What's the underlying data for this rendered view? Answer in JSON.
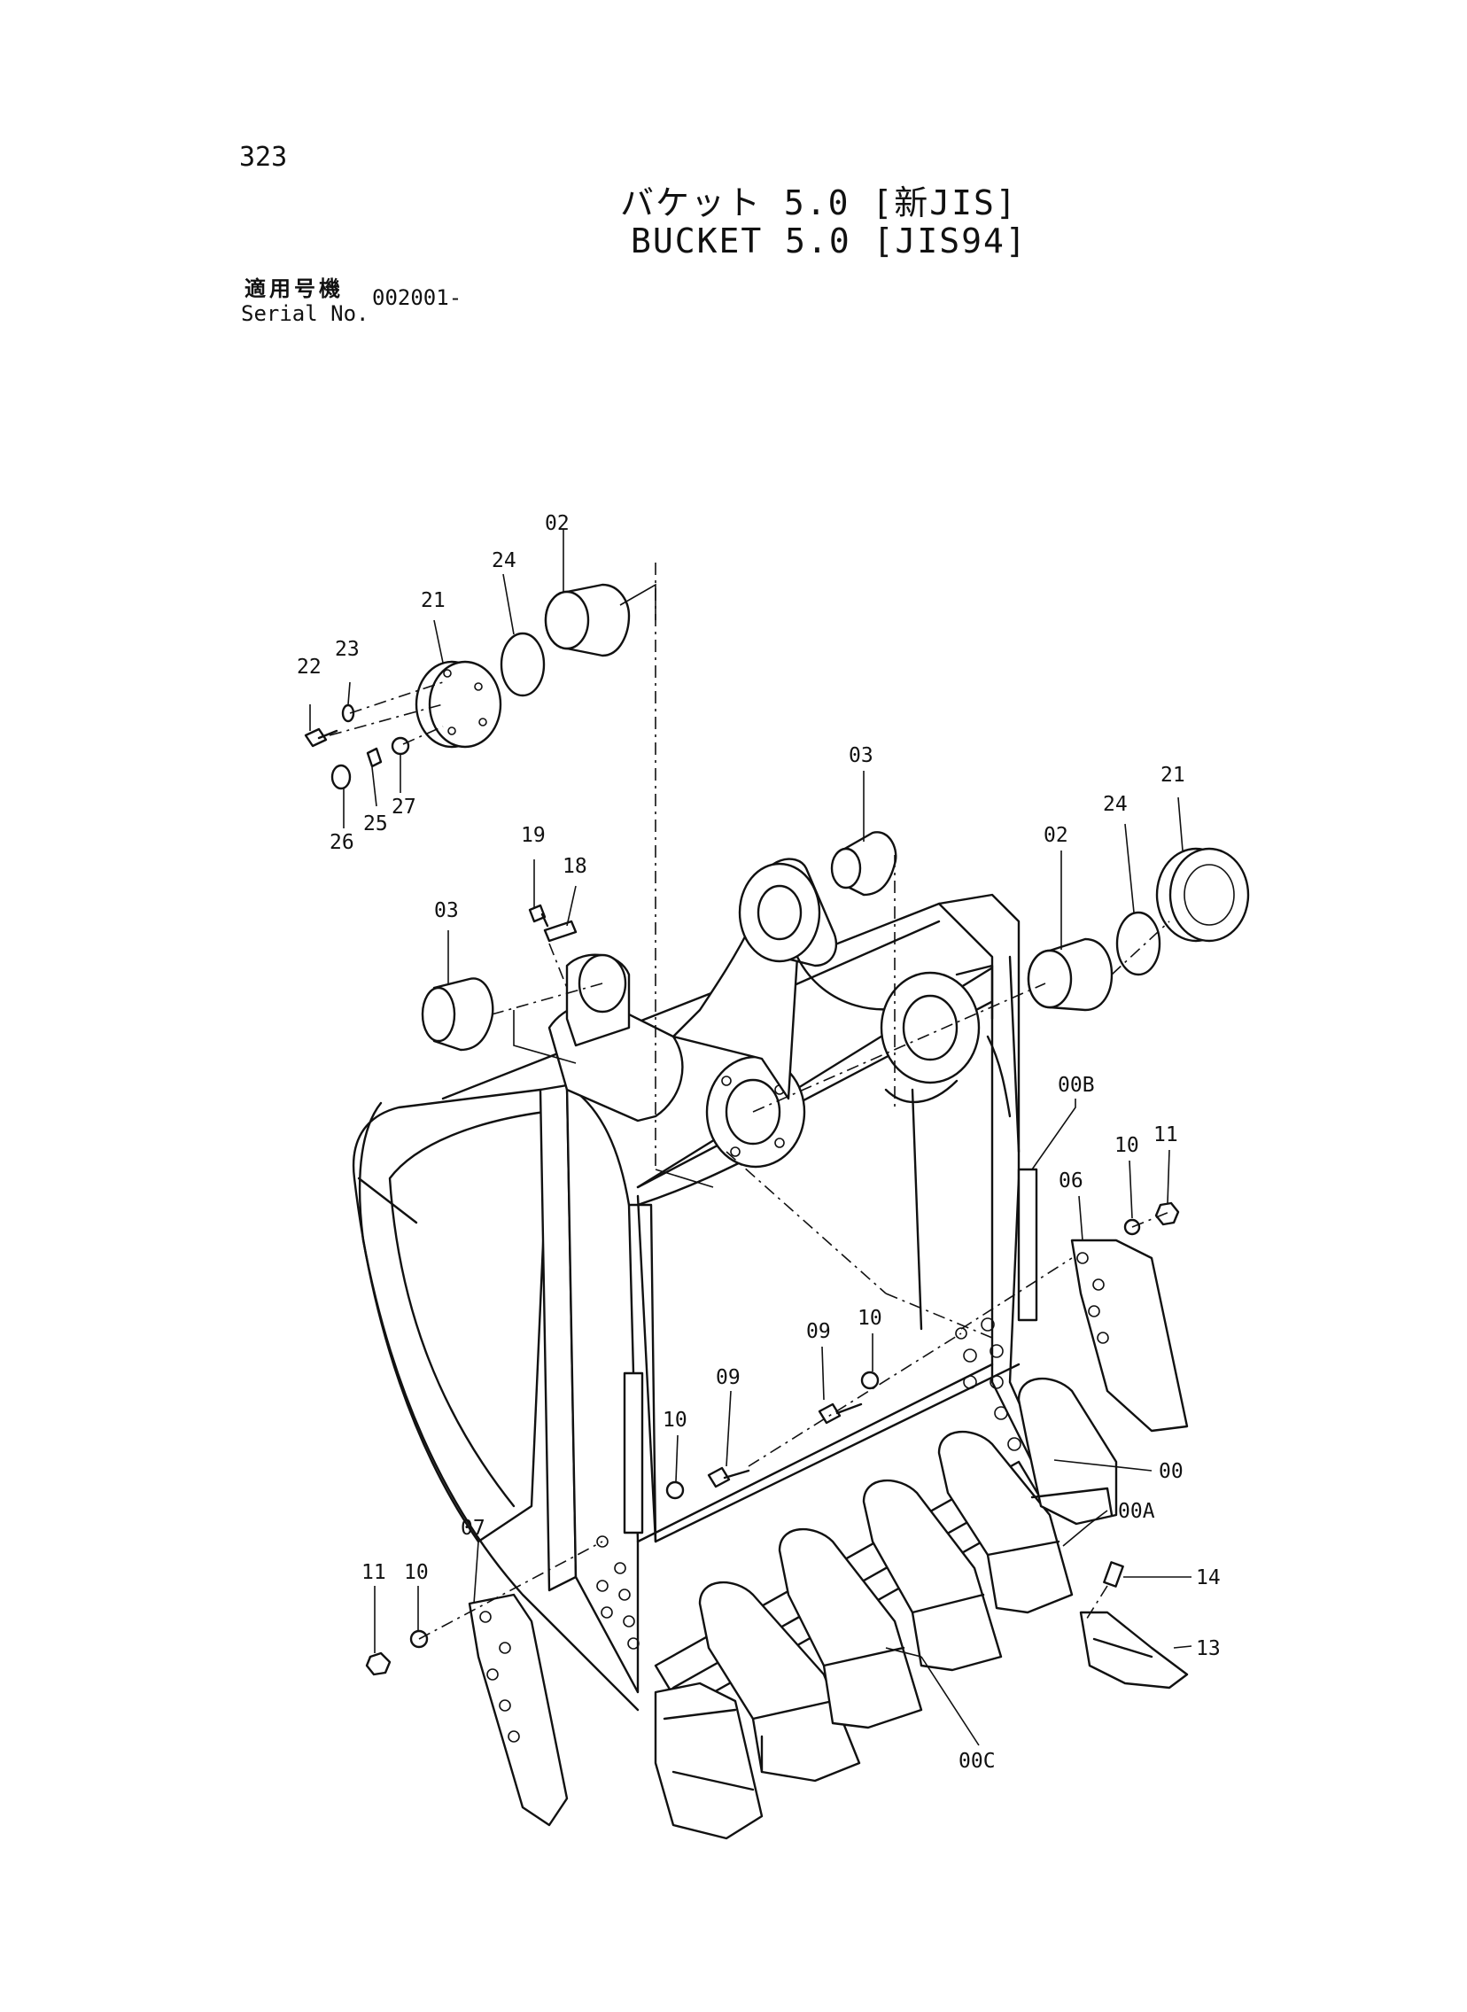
{
  "page_number": "323",
  "title": {
    "ja": "バケット 5.0 [新JIS]",
    "en": "BUCKET 5.0 [JIS94]"
  },
  "serial": {
    "label_ja": "適用号機",
    "label_en": "Serial No.",
    "value": "002001-"
  },
  "callouts": {
    "c02a": "02",
    "c24a": "24",
    "c21a": "21",
    "c22": "22",
    "c23": "23",
    "c25": "25",
    "c26": "26",
    "c27": "27",
    "c03a": "03",
    "c19": "19",
    "c18": "18",
    "c03b": "03",
    "c02b": "02",
    "c24b": "24",
    "c21b": "21",
    "c00B": "00B",
    "c06": "06",
    "c10a": "10",
    "c11a": "11",
    "c09a": "09",
    "c10b": "10",
    "c09b": "09",
    "c10c": "10",
    "c00": "00",
    "c00A": "00A",
    "c14": "14",
    "c13": "13",
    "c07": "07",
    "c10d": "10",
    "c11b": "11",
    "c00C": "00C"
  }
}
